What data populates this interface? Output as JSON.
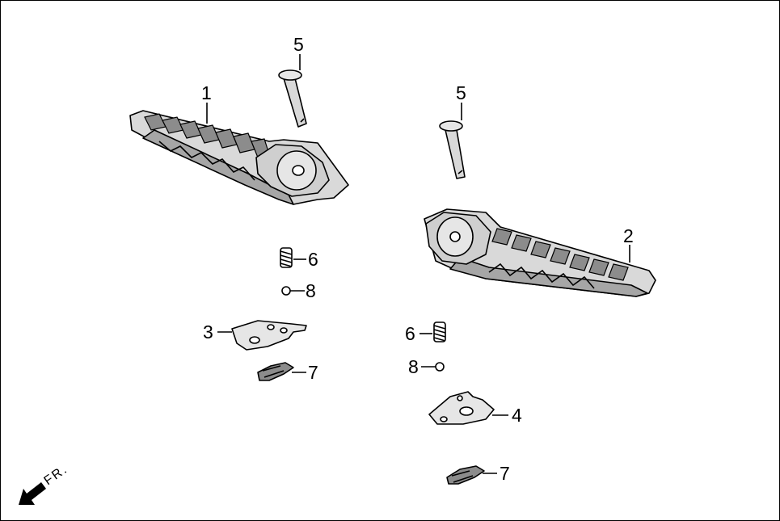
{
  "diagram": {
    "callouts": {
      "c1": "1",
      "c2": "2",
      "c3": "3",
      "c4": "4",
      "c5a": "5",
      "c5b": "5",
      "c6a": "6",
      "c6b": "6",
      "c7a": "7",
      "c7b": "7",
      "c8a": "8",
      "c8b": "8"
    },
    "front_label": "FR."
  },
  "colors": {
    "line": "#000000",
    "part_fill": "#d9d9d9",
    "part_dark": "#8c8c8c",
    "background": "#ffffff"
  }
}
